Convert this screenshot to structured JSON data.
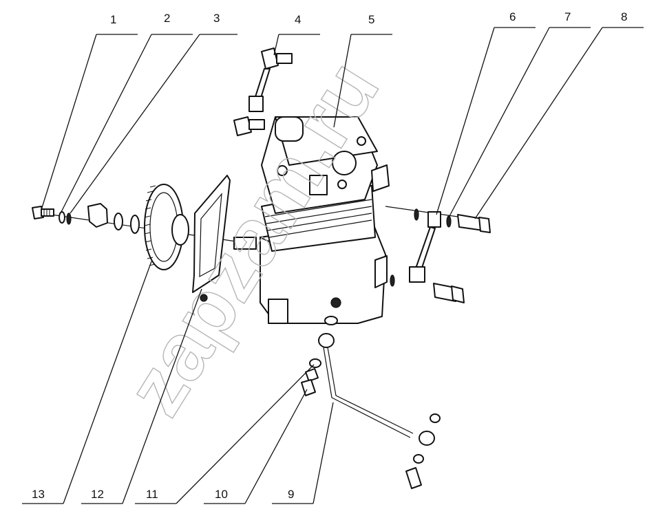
{
  "diagram": {
    "watermark": "zapzam.ru",
    "callouts": [
      {
        "id": "1",
        "label": "1"
      },
      {
        "id": "2",
        "label": "2"
      },
      {
        "id": "3",
        "label": "3"
      },
      {
        "id": "4",
        "label": "4"
      },
      {
        "id": "5",
        "label": "5"
      },
      {
        "id": "6",
        "label": "6"
      },
      {
        "id": "7",
        "label": "7"
      },
      {
        "id": "8",
        "label": "8"
      },
      {
        "id": "9",
        "label": "9"
      },
      {
        "id": "10",
        "label": "10"
      },
      {
        "id": "11",
        "label": "11"
      },
      {
        "id": "12",
        "label": "12"
      },
      {
        "id": "13",
        "label": "13"
      }
    ]
  }
}
